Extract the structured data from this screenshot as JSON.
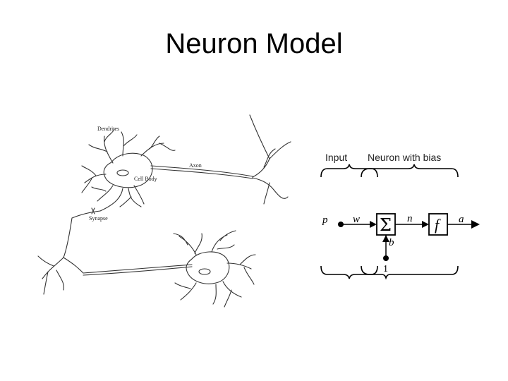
{
  "slide": {
    "title": "Neuron Model"
  },
  "biological_neuron": {
    "labels": {
      "dendrites": "Dendrites",
      "axon": "Axon",
      "cell_body": "Cell Body",
      "synapse": "Synapse"
    }
  },
  "neuron_model": {
    "input_header": "Input",
    "neuron_header": "Neuron with bias",
    "input_symbol": "p",
    "weight_symbol": "w",
    "sum_symbol": "Σ",
    "bias_symbol": "b",
    "bias_input": "1",
    "net_symbol": "n",
    "transfer_symbol": "f",
    "output_symbol": "a"
  }
}
